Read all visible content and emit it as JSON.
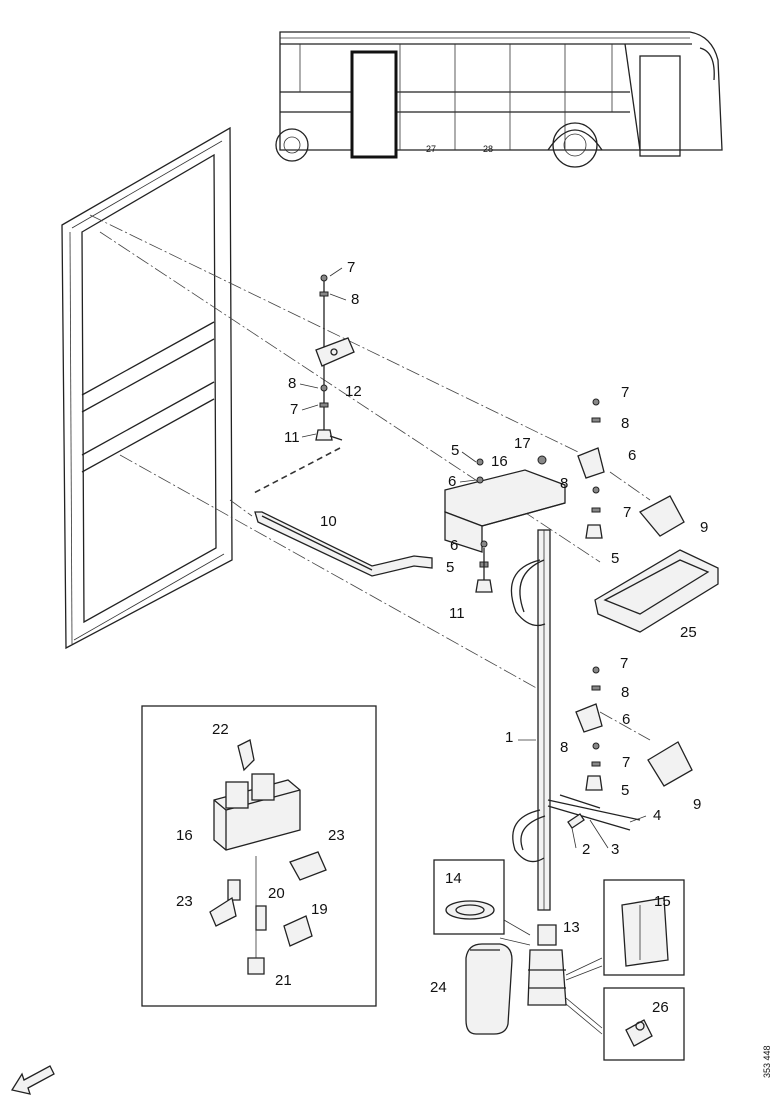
{
  "labels": [
    {
      "id": "l7a",
      "text": "7"
    },
    {
      "id": "l8a",
      "text": "8"
    },
    {
      "id": "l12",
      "text": "12"
    },
    {
      "id": "l8b",
      "text": "8"
    },
    {
      "id": "l7b",
      "text": "7"
    },
    {
      "id": "l11a",
      "text": "11"
    },
    {
      "id": "l10",
      "text": "10"
    },
    {
      "id": "l5a",
      "text": "5"
    },
    {
      "id": "l6a",
      "text": "6"
    },
    {
      "id": "l16a",
      "text": "16"
    },
    {
      "id": "l17",
      "text": "17"
    },
    {
      "id": "l6b",
      "text": "6"
    },
    {
      "id": "l5b",
      "text": "5"
    },
    {
      "id": "l11b",
      "text": "11"
    },
    {
      "id": "l7c",
      "text": "7"
    },
    {
      "id": "l8c",
      "text": "8"
    },
    {
      "id": "l6c",
      "text": "6"
    },
    {
      "id": "l8d",
      "text": "8"
    },
    {
      "id": "l7d",
      "text": "7"
    },
    {
      "id": "l9a",
      "text": "9"
    },
    {
      "id": "l5c",
      "text": "5"
    },
    {
      "id": "l25",
      "text": "25"
    },
    {
      "id": "l7e",
      "text": "7"
    },
    {
      "id": "l8e",
      "text": "8"
    },
    {
      "id": "l6d",
      "text": "6"
    },
    {
      "id": "l1",
      "text": "1"
    },
    {
      "id": "l8f",
      "text": "8"
    },
    {
      "id": "l7f",
      "text": "7"
    },
    {
      "id": "l9b",
      "text": "9"
    },
    {
      "id": "l5d",
      "text": "5"
    },
    {
      "id": "l4",
      "text": "4"
    },
    {
      "id": "l2",
      "text": "2"
    },
    {
      "id": "l3",
      "text": "3"
    },
    {
      "id": "l14",
      "text": "14"
    },
    {
      "id": "l13",
      "text": "13"
    },
    {
      "id": "l15",
      "text": "15"
    },
    {
      "id": "l24",
      "text": "24"
    },
    {
      "id": "l26",
      "text": "26"
    },
    {
      "id": "l22",
      "text": "22"
    },
    {
      "id": "l16b",
      "text": "16"
    },
    {
      "id": "l23a",
      "text": "23"
    },
    {
      "id": "l23b",
      "text": "23"
    },
    {
      "id": "l20",
      "text": "20"
    },
    {
      "id": "l19",
      "text": "19"
    },
    {
      "id": "l21",
      "text": "21"
    }
  ],
  "reference_code": "353 448",
  "bus_marks": [
    "27",
    "28"
  ],
  "icons": {
    "direction_arrow": "arrow-icon"
  }
}
